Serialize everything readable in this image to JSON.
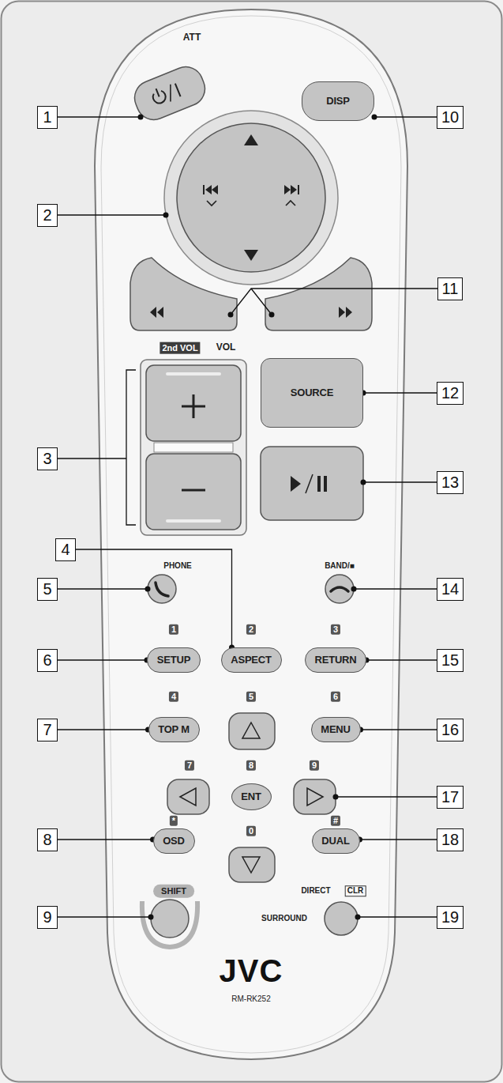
{
  "diagram": {
    "nodes": [
      {
        "text": [
          "1"
        ]
      },
      {
        "text": [
          "2"
        ]
      },
      {
        "text": [
          "3"
        ]
      },
      {
        "text": [
          "4"
        ]
      },
      {
        "text": [
          "5"
        ]
      },
      {
        "text": [
          "6"
        ]
      },
      {
        "text": [
          "7"
        ]
      },
      {
        "text": [
          "8"
        ]
      },
      {
        "text": [
          "9"
        ]
      },
      {
        "text": [
          "10"
        ]
      },
      {
        "text": [
          "11"
        ]
      },
      {
        "text": [
          "12"
        ]
      },
      {
        "text": [
          "13"
        ]
      },
      {
        "text": [
          "14"
        ]
      },
      {
        "text": [
          "15"
        ]
      },
      {
        "text": [
          "16"
        ]
      },
      {
        "text": [
          "17"
        ]
      },
      {
        "text": [
          "18"
        ]
      },
      {
        "text": [
          "19"
        ]
      },
      {
        "text": [
          "DISP"
        ]
      },
      {
        "text": [
          "SOURCE"
        ]
      },
      {
        "text": [
          "SETUP"
        ]
      },
      {
        "text": [
          "ASPECT"
        ]
      },
      {
        "text": [
          "RETURN"
        ]
      },
      {
        "text": [
          "TOP M"
        ]
      },
      {
        "text": [
          "MENU"
        ]
      },
      {
        "text": [
          "ENT"
        ]
      },
      {
        "text": [
          "OSD"
        ]
      },
      {
        "text": [
          "DUAL"
        ]
      }
    ],
    "edges": [
      {
        "from": 9,
        "to": 19,
        "arrow": "none"
      },
      {
        "from": 11,
        "to": 20,
        "arrow": "none"
      },
      {
        "from": 5,
        "to": 21,
        "arrow": "none"
      },
      {
        "from": 3,
        "to": 22,
        "arrow": "none"
      },
      {
        "from": 14,
        "to": 23,
        "arrow": "none"
      },
      {
        "from": 6,
        "to": 24,
        "arrow": "none"
      },
      {
        "from": 15,
        "to": 25,
        "arrow": "none"
      },
      {
        "from": 7,
        "to": 27,
        "arrow": "none"
      },
      {
        "from": 17,
        "to": 28,
        "arrow": "none"
      }
    ],
    "labels": [
      "ATT",
      "2nd VOL",
      "VOL",
      "PHONE",
      "BAND/■",
      "1",
      "2",
      "3",
      "4",
      "5",
      "6",
      "7",
      "8",
      "9",
      "*",
      "0",
      "#",
      "SHIFT",
      "DIRECT",
      "CLR",
      "SURROUND",
      "JVC",
      "RM-RK252"
    ]
  }
}
